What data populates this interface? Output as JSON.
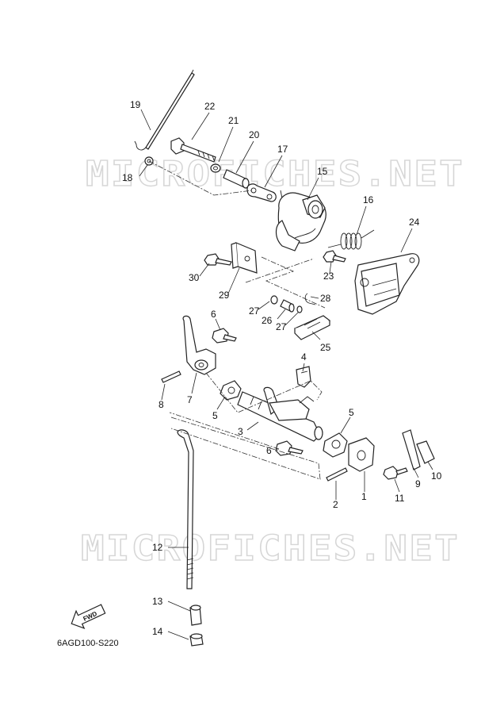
{
  "watermark": {
    "text": "MICROFICHES.NET"
  },
  "diagram_code": "6AGD100-S220",
  "fwd_label": "FWD",
  "callouts": [
    {
      "id": "c1",
      "num": "1"
    },
    {
      "id": "c2",
      "num": "2"
    },
    {
      "id": "c3",
      "num": "3"
    },
    {
      "id": "c4",
      "num": "4"
    },
    {
      "id": "c5a",
      "num": "5"
    },
    {
      "id": "c5b",
      "num": "5"
    },
    {
      "id": "c6a",
      "num": "6"
    },
    {
      "id": "c6b",
      "num": "6"
    },
    {
      "id": "c7",
      "num": "7"
    },
    {
      "id": "c8",
      "num": "8"
    },
    {
      "id": "c9",
      "num": "9"
    },
    {
      "id": "c10",
      "num": "10"
    },
    {
      "id": "c11",
      "num": "11"
    },
    {
      "id": "c12",
      "num": "12"
    },
    {
      "id": "c13",
      "num": "13"
    },
    {
      "id": "c14",
      "num": "14"
    },
    {
      "id": "c15",
      "num": "15"
    },
    {
      "id": "c16",
      "num": "16"
    },
    {
      "id": "c17",
      "num": "17"
    },
    {
      "id": "c18",
      "num": "18"
    },
    {
      "id": "c19",
      "num": "19"
    },
    {
      "id": "c20",
      "num": "20"
    },
    {
      "id": "c21",
      "num": "21"
    },
    {
      "id": "c22",
      "num": "22"
    },
    {
      "id": "c23",
      "num": "23"
    },
    {
      "id": "c24",
      "num": "24"
    },
    {
      "id": "c25",
      "num": "25"
    },
    {
      "id": "c26",
      "num": "26"
    },
    {
      "id": "c27a",
      "num": "27"
    },
    {
      "id": "c27b",
      "num": "27"
    },
    {
      "id": "c28",
      "num": "28"
    },
    {
      "id": "c29",
      "num": "29"
    },
    {
      "id": "c30",
      "num": "30"
    }
  ]
}
